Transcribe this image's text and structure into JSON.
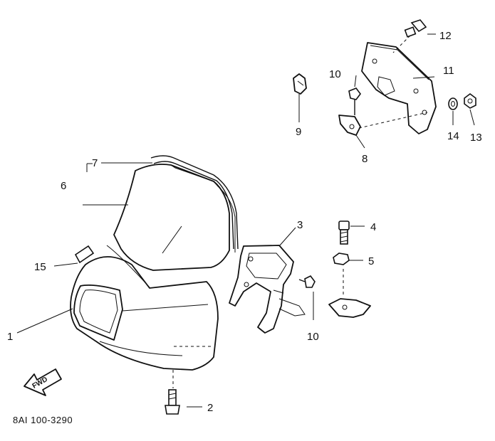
{
  "diagram": {
    "callouts": [
      {
        "id": "c1",
        "label": "1"
      },
      {
        "id": "c2",
        "label": "2"
      },
      {
        "id": "c3",
        "label": "3"
      },
      {
        "id": "c4",
        "label": "4"
      },
      {
        "id": "c5",
        "label": "5"
      },
      {
        "id": "c6",
        "label": "6"
      },
      {
        "id": "c7",
        "label": "7"
      },
      {
        "id": "c8",
        "label": "8"
      },
      {
        "id": "c9",
        "label": "9"
      },
      {
        "id": "c10a",
        "label": "10"
      },
      {
        "id": "c10b",
        "label": "10"
      },
      {
        "id": "c11",
        "label": "11"
      },
      {
        "id": "c12",
        "label": "12"
      },
      {
        "id": "c13",
        "label": "13"
      },
      {
        "id": "c14",
        "label": "14"
      },
      {
        "id": "c15",
        "label": "15"
      }
    ],
    "fwd_label": "FWD",
    "drawing_number": "8AI 100-3290"
  }
}
